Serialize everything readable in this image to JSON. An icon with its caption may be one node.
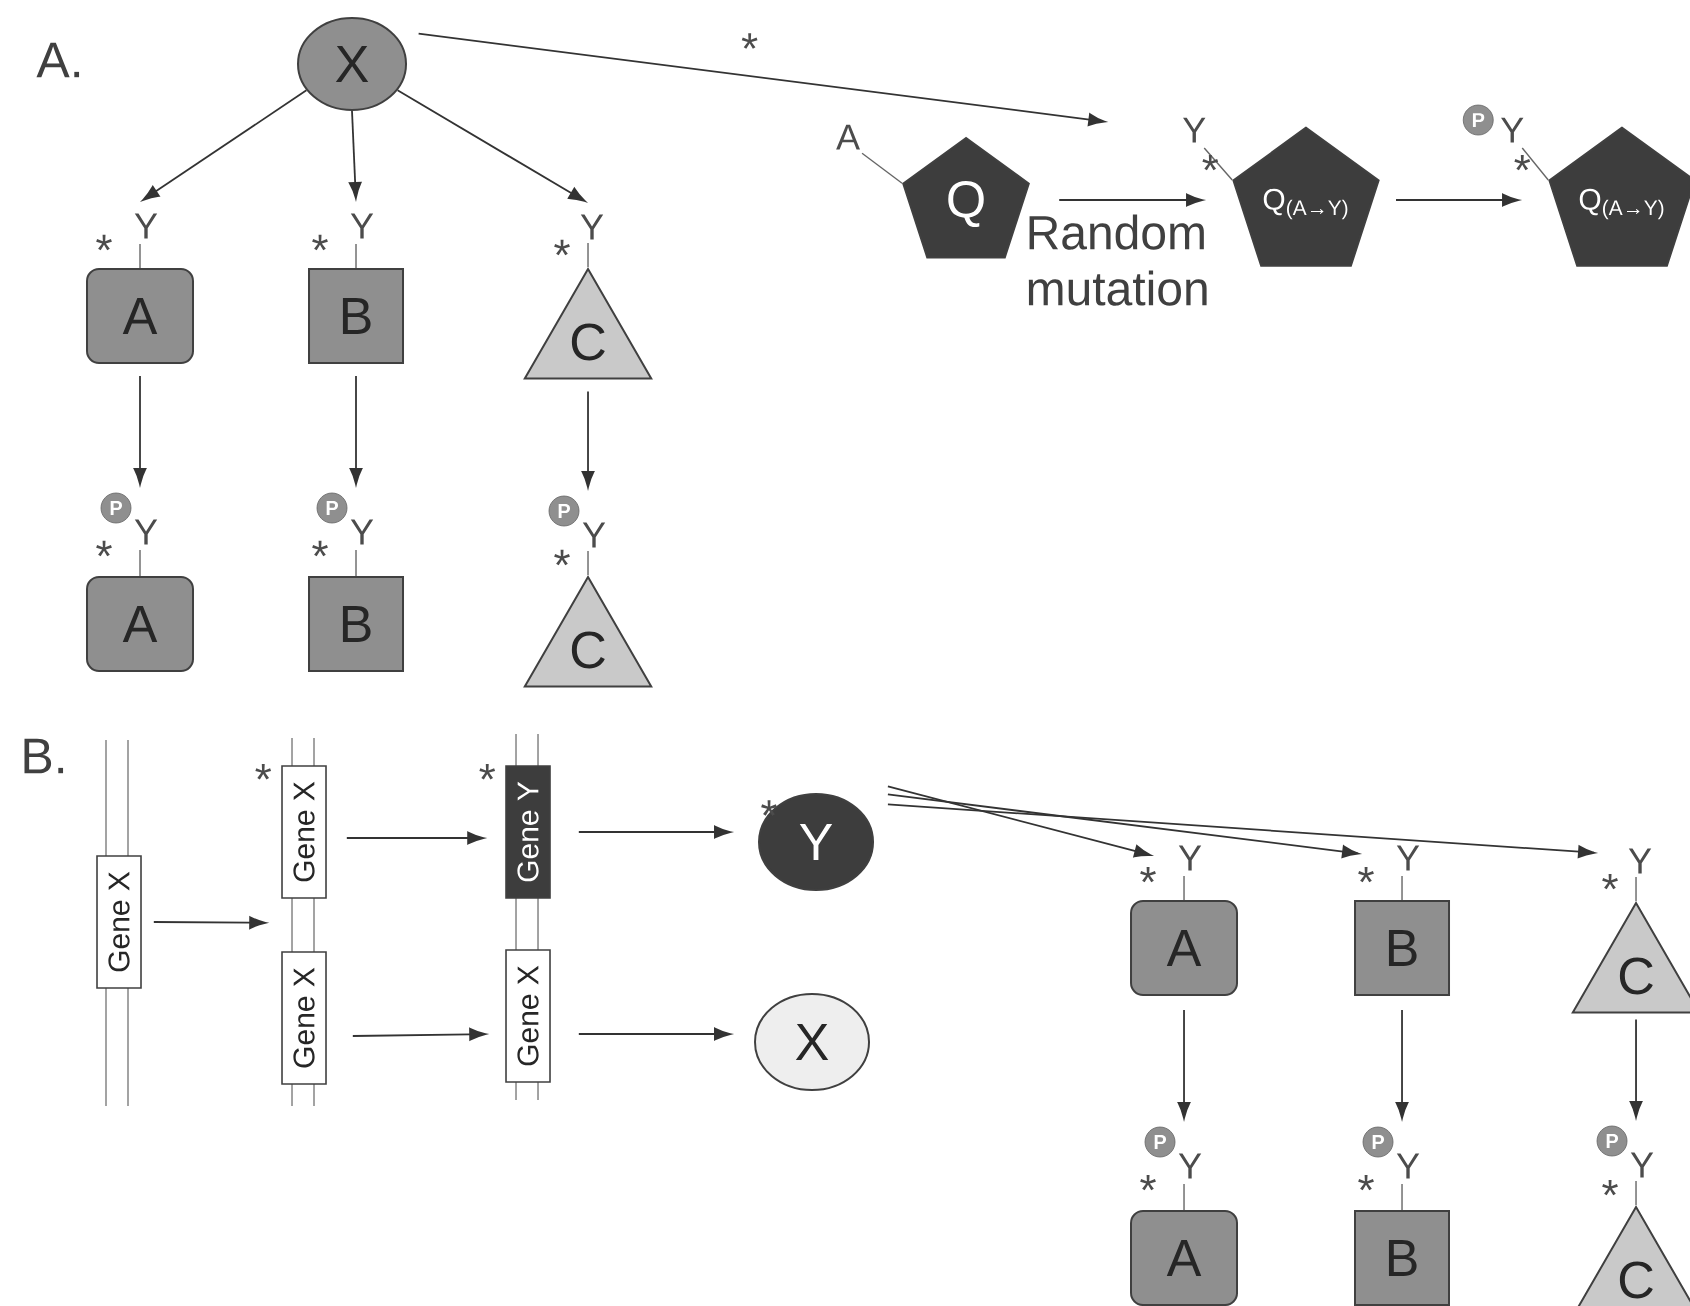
{
  "diagram": {
    "nodes": [
      {
        "text": [
          "X"
        ]
      },
      {
        "text": [
          "A"
        ],
        "beside": [
          "Y",
          "*"
        ]
      },
      {
        "text": [
          "B"
        ],
        "beside": [
          "Y",
          "*"
        ]
      },
      {
        "text": [
          "C"
        ],
        "beside": [
          "Y",
          "*"
        ]
      },
      {
        "text": [
          "A"
        ],
        "beside": [
          "P",
          "Y",
          "*"
        ]
      },
      {
        "text": [
          "B"
        ],
        "beside": [
          "P",
          "Y",
          "*"
        ]
      },
      {
        "text": [
          "C"
        ],
        "beside": [
          "P",
          "Y",
          "*"
        ]
      },
      {
        "text": [
          "Q"
        ],
        "beside": [
          "A"
        ]
      },
      {
        "text": [
          "Q$_{(A→Y)}$"
        ],
        "beside": [
          "Y",
          "*"
        ]
      },
      {
        "text": [
          "Q$_{(A→Y)}$"
        ],
        "beside": [
          "P",
          "Y",
          "*"
        ]
      },
      {
        "text": [
          "Gene X"
        ]
      },
      {
        "text": [
          "Gene X"
        ],
        "beside": [
          "*"
        ]
      },
      {
        "text": [
          "Gene X"
        ]
      },
      {
        "text": [
          "Gene Y"
        ],
        "beside": [
          "*"
        ]
      },
      {
        "text": [
          "Gene X"
        ]
      },
      {
        "text": [
          "Y"
        ],
        "beside": [
          "*"
        ]
      },
      {
        "text": [
          "X"
        ]
      },
      {
        "text": [
          "A"
        ],
        "beside": [
          "Y",
          "*"
        ]
      },
      {
        "text": [
          "B"
        ],
        "beside": [
          "Y",
          "*"
        ]
      },
      {
        "text": [
          "C"
        ],
        "beside": [
          "Y",
          "*"
        ]
      },
      {
        "text": [
          "A"
        ],
        "beside": [
          "P",
          "Y",
          "*"
        ]
      },
      {
        "text": [
          "B"
        ],
        "beside": [
          "P",
          "Y",
          "*"
        ]
      },
      {
        "text": [
          "C"
        ],
        "beside": [
          "P",
          "Y",
          "*"
        ]
      }
    ],
    "edges": [
      {
        "from": 0,
        "to": 1,
        "arrow": "to"
      },
      {
        "from": 0,
        "to": 2,
        "arrow": "to"
      },
      {
        "from": 0,
        "to": 3,
        "arrow": "to"
      },
      {
        "from": 1,
        "to": 4,
        "arrow": "to"
      },
      {
        "from": 2,
        "to": 5,
        "arrow": "to"
      },
      {
        "from": 3,
        "to": 6,
        "arrow": "to"
      },
      {
        "from": 0,
        "to": 8,
        "arrow": "to",
        "label": "*"
      },
      {
        "from": 7,
        "to": 8,
        "arrow": "to",
        "label": "Random mutation"
      },
      {
        "from": 8,
        "to": 9,
        "arrow": "to"
      },
      {
        "from": 10,
        "to": 11,
        "arrow": "to"
      },
      {
        "from": 11,
        "to": 13,
        "arrow": "to"
      },
      {
        "from": 12,
        "to": 14,
        "arrow": "to"
      },
      {
        "from": 13,
        "to": 15,
        "arrow": "to"
      },
      {
        "from": 14,
        "to": 16,
        "arrow": "to"
      },
      {
        "from": 15,
        "to": 17,
        "arrow": "to"
      },
      {
        "from": 15,
        "to": 18,
        "arrow": "to"
      },
      {
        "from": 15,
        "to": 19,
        "arrow": "to"
      },
      {
        "from": 17,
        "to": 20,
        "arrow": "to"
      },
      {
        "from": 18,
        "to": 21,
        "arrow": "to"
      },
      {
        "from": 19,
        "to": 22,
        "arrow": "to"
      }
    ],
    "labels": [
      "A.",
      "B."
    ]
  }
}
